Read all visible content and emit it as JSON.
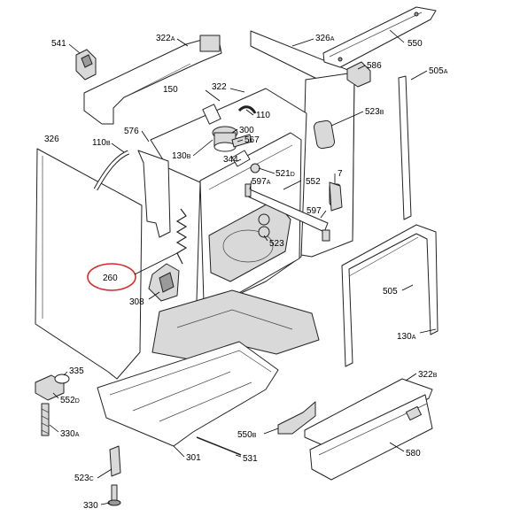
{
  "diagram": {
    "highlight_color": "#d62b2b",
    "labels": [
      {
        "id": "p541",
        "num": "541",
        "sub": ""
      },
      {
        "id": "p322a",
        "num": "322",
        "sub": "A"
      },
      {
        "id": "p326a",
        "num": "326",
        "sub": "A"
      },
      {
        "id": "p550",
        "num": "550",
        "sub": ""
      },
      {
        "id": "p586",
        "num": "586",
        "sub": ""
      },
      {
        "id": "p505a",
        "num": "505",
        "sub": "A"
      },
      {
        "id": "p150",
        "num": "150",
        "sub": ""
      },
      {
        "id": "p322",
        "num": "322",
        "sub": ""
      },
      {
        "id": "p110",
        "num": "110",
        "sub": ""
      },
      {
        "id": "p523b",
        "num": "523",
        "sub": "B"
      },
      {
        "id": "p576",
        "num": "576",
        "sub": ""
      },
      {
        "id": "p300",
        "num": "300",
        "sub": ""
      },
      {
        "id": "p326",
        "num": "326",
        "sub": ""
      },
      {
        "id": "p110b",
        "num": "110",
        "sub": "B"
      },
      {
        "id": "p130b",
        "num": "130",
        "sub": "B"
      },
      {
        "id": "p567",
        "num": "567",
        "sub": ""
      },
      {
        "id": "p344",
        "num": "344",
        "sub": ""
      },
      {
        "id": "p521d",
        "num": "521",
        "sub": "D"
      },
      {
        "id": "p7",
        "num": "7",
        "sub": ""
      },
      {
        "id": "p597a",
        "num": "597",
        "sub": "A"
      },
      {
        "id": "p552",
        "num": "552",
        "sub": ""
      },
      {
        "id": "p597",
        "num": "597",
        "sub": ""
      },
      {
        "id": "p523",
        "num": "523",
        "sub": ""
      },
      {
        "id": "p260",
        "num": "260",
        "sub": ""
      },
      {
        "id": "p505",
        "num": "505",
        "sub": ""
      },
      {
        "id": "p308",
        "num": "308",
        "sub": ""
      },
      {
        "id": "p130a",
        "num": "130",
        "sub": "A"
      },
      {
        "id": "p335",
        "num": "335",
        "sub": ""
      },
      {
        "id": "p322b",
        "num": "322",
        "sub": "B"
      },
      {
        "id": "p552d",
        "num": "552",
        "sub": "D"
      },
      {
        "id": "p330a",
        "num": "330",
        "sub": "A"
      },
      {
        "id": "p550b",
        "num": "550",
        "sub": "B"
      },
      {
        "id": "p580",
        "num": "580",
        "sub": ""
      },
      {
        "id": "p301",
        "num": "301",
        "sub": ""
      },
      {
        "id": "p531",
        "num": "531",
        "sub": ""
      },
      {
        "id": "p523c",
        "num": "523",
        "sub": "C"
      },
      {
        "id": "p330",
        "num": "330",
        "sub": ""
      }
    ]
  }
}
